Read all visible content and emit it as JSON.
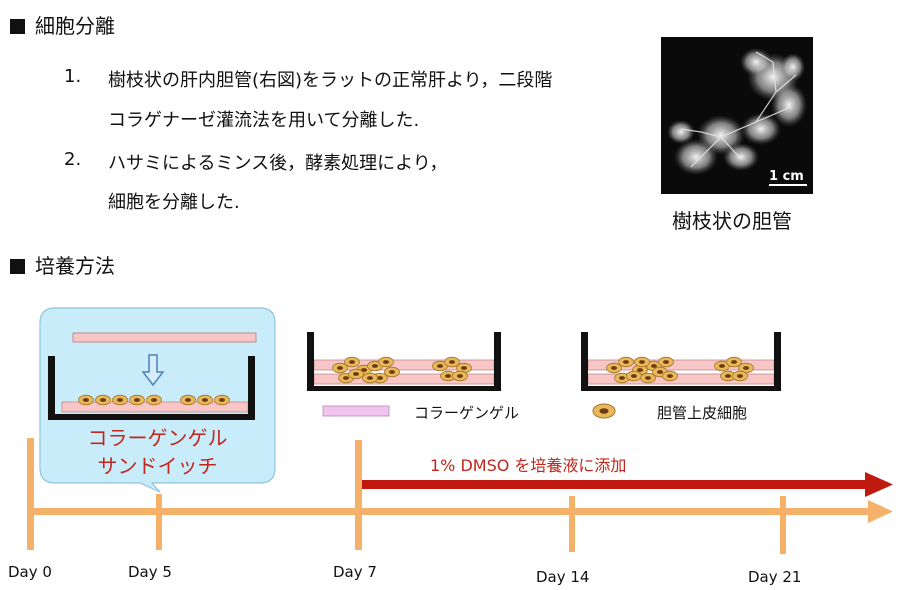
{
  "section1": {
    "heading": "細胞分離",
    "items": [
      {
        "num": "1.",
        "line1": "樹枝状の肝内胆管(右図)をラットの正常肝より，二段階",
        "line2": "コラゲナーゼ灌流法を用いて分離した."
      },
      {
        "num": "2.",
        "line1": "ハサミによるミンス後，酵素処理により，",
        "line2": "細胞を分離した."
      }
    ]
  },
  "photo": {
    "scale_label": "1 cm",
    "caption": "樹枝状の胆管"
  },
  "section2": {
    "heading": "培養方法"
  },
  "legend": {
    "gel_label": "コラーゲンゲル",
    "cell_label": "胆管上皮細胞"
  },
  "sandwich": {
    "line1": "コラーゲンゲル",
    "line2": "サンドイッチ"
  },
  "dmso": {
    "label": "1% DMSO を培養液に添加"
  },
  "timeline": {
    "days": [
      "Day 0",
      "Day 5",
      "Day 7",
      "Day 14",
      "Day 21"
    ]
  },
  "colors": {
    "timeline": "#f5b06a",
    "dmso_arrow": "#c01a10",
    "gel": "#f8c6c6",
    "cell": "#e8b85a",
    "callout": "#c9ecfb"
  }
}
